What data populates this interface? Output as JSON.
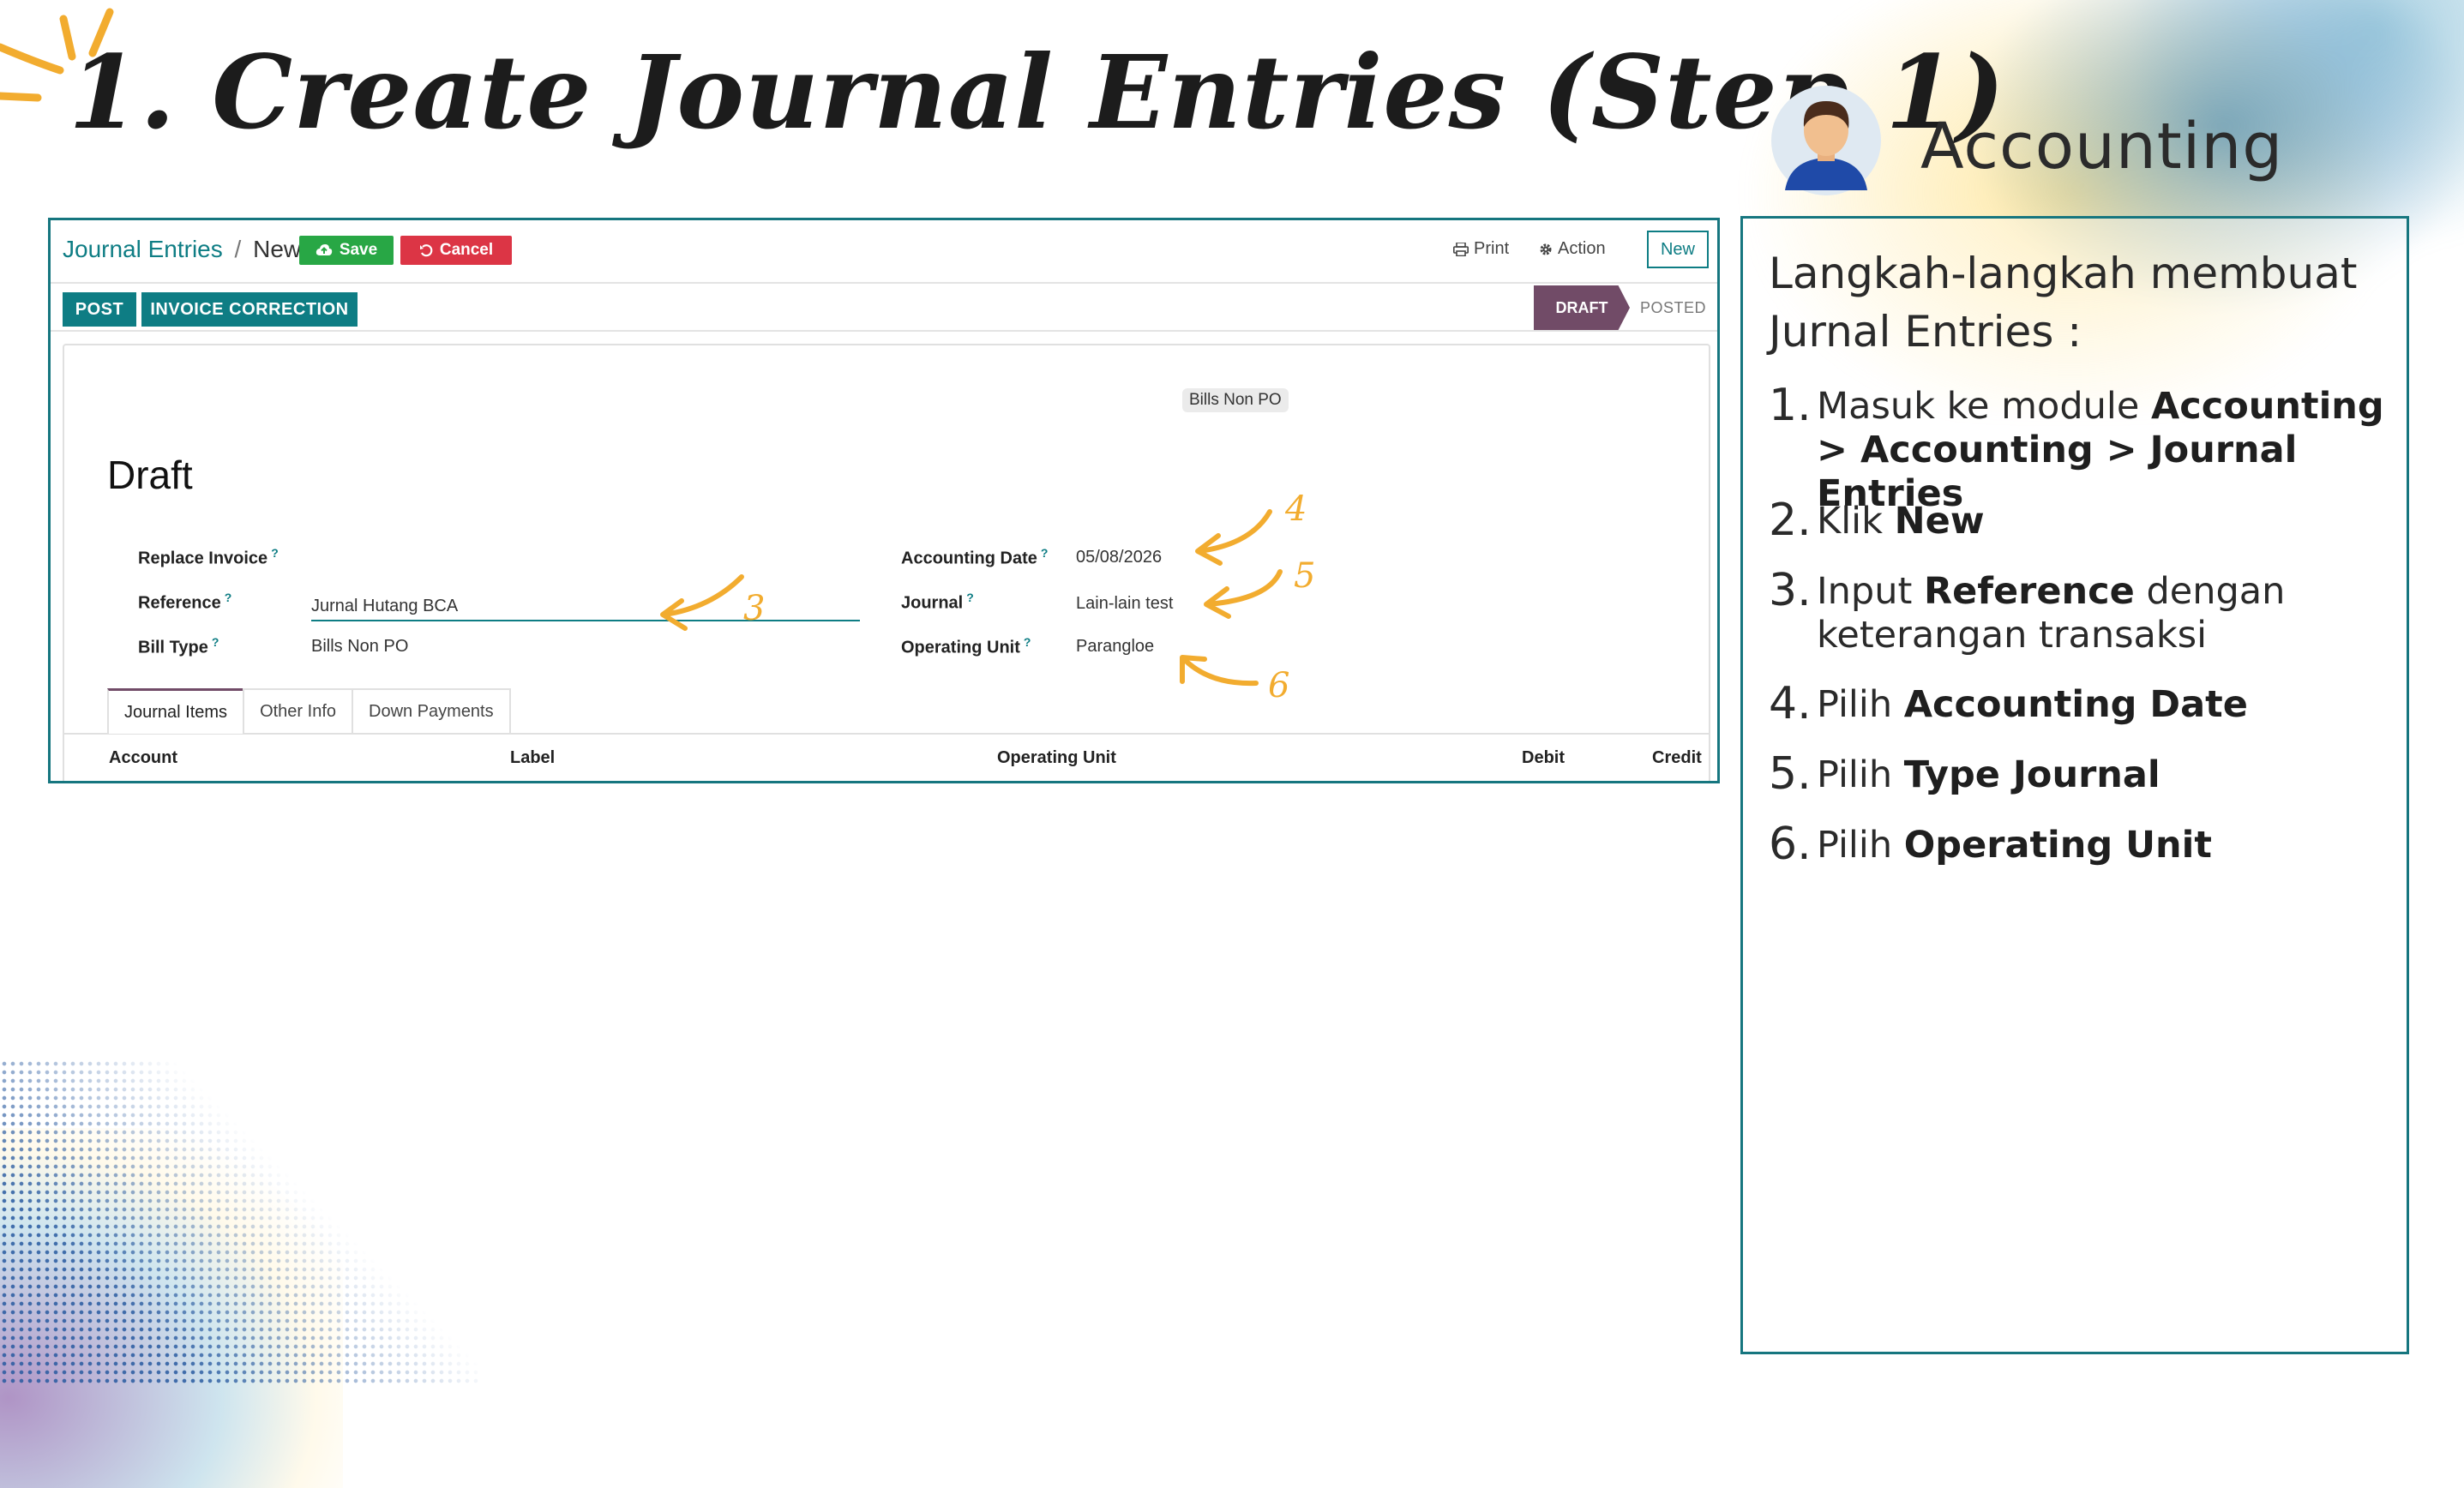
{
  "slide": {
    "title": "1. Create Journal Entries (Step 1)",
    "section": "Accounting"
  },
  "ui": {
    "breadcrumb": {
      "parent": "Journal Entries",
      "separator": "/",
      "current": "New"
    },
    "buttons": {
      "save": "Save",
      "cancel": "Cancel",
      "print": "Print",
      "action": "Action",
      "new": "New",
      "post": "POST",
      "invoice_correction": "INVOICE CORRECTION"
    },
    "status": {
      "draft": "DRAFT",
      "posted": "POSTED"
    },
    "ribbon": "Bills Non PO",
    "record_title": "Draft",
    "fields": {
      "replace_invoice": {
        "label": "Replace Invoice",
        "help": "?"
      },
      "reference": {
        "label": "Reference",
        "help": "?",
        "value": "Jurnal Hutang BCA"
      },
      "bill_type": {
        "label": "Bill Type",
        "help": "?",
        "value": "Bills Non PO"
      },
      "accounting_date": {
        "label": "Accounting Date",
        "help": "?",
        "value": "05/08/2026"
      },
      "journal": {
        "label": "Journal",
        "help": "?",
        "value": "Lain-lain test"
      },
      "operating_unit": {
        "label": "Operating Unit",
        "help": "?",
        "value": "Parangloe"
      }
    },
    "tabs": [
      "Journal Items",
      "Other Info",
      "Down Payments"
    ],
    "columns": [
      "Account",
      "Label",
      "Operating Unit",
      "Debit",
      "Credit"
    ],
    "annotations": [
      "3",
      "4",
      "5",
      "6"
    ],
    "colors": {
      "primary": "#0e7d84",
      "draft": "#714b67",
      "save": "#28a745",
      "cancel": "#dc3545",
      "annotation": "#f2ac2f"
    }
  },
  "panel": {
    "intro": "Langkah-langkah membuat Jurnal Entries :",
    "steps": [
      {
        "num": "1.",
        "parts": [
          "Masuk ke module ",
          "Accounting > Accounting > Journal Entries"
        ]
      },
      {
        "num": "2.",
        "parts": [
          "Klik ",
          "New"
        ]
      },
      {
        "num": "3.",
        "parts": [
          "Input ",
          "Reference",
          " dengan keterangan transaksi"
        ]
      },
      {
        "num": "4.",
        "parts": [
          "Pilih ",
          "Accounting Date"
        ]
      },
      {
        "num": "5.",
        "parts": [
          "Pilih ",
          "Type Journal"
        ]
      },
      {
        "num": "6.",
        "parts": [
          "Pilih ",
          "Operating Unit"
        ]
      }
    ]
  }
}
